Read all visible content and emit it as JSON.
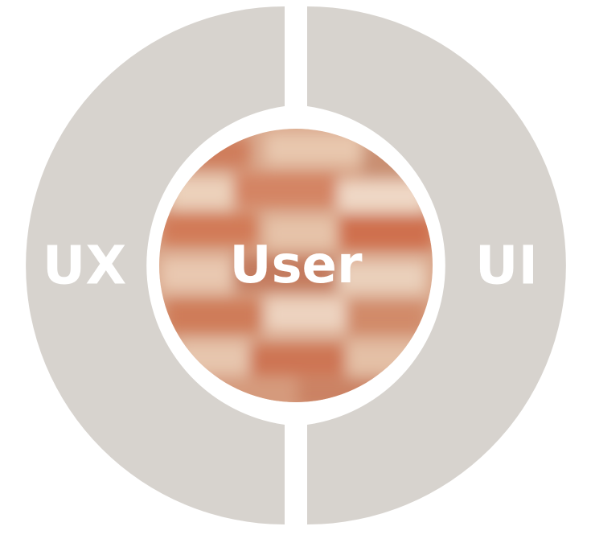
{
  "diagram": {
    "left_label": "UX",
    "right_label": "UI",
    "center_label": "User"
  },
  "colors": {
    "background": "#ffffff",
    "ring": "#d7d3ce",
    "label": "#ffffff",
    "center_photo_base": "#d79a7a"
  }
}
